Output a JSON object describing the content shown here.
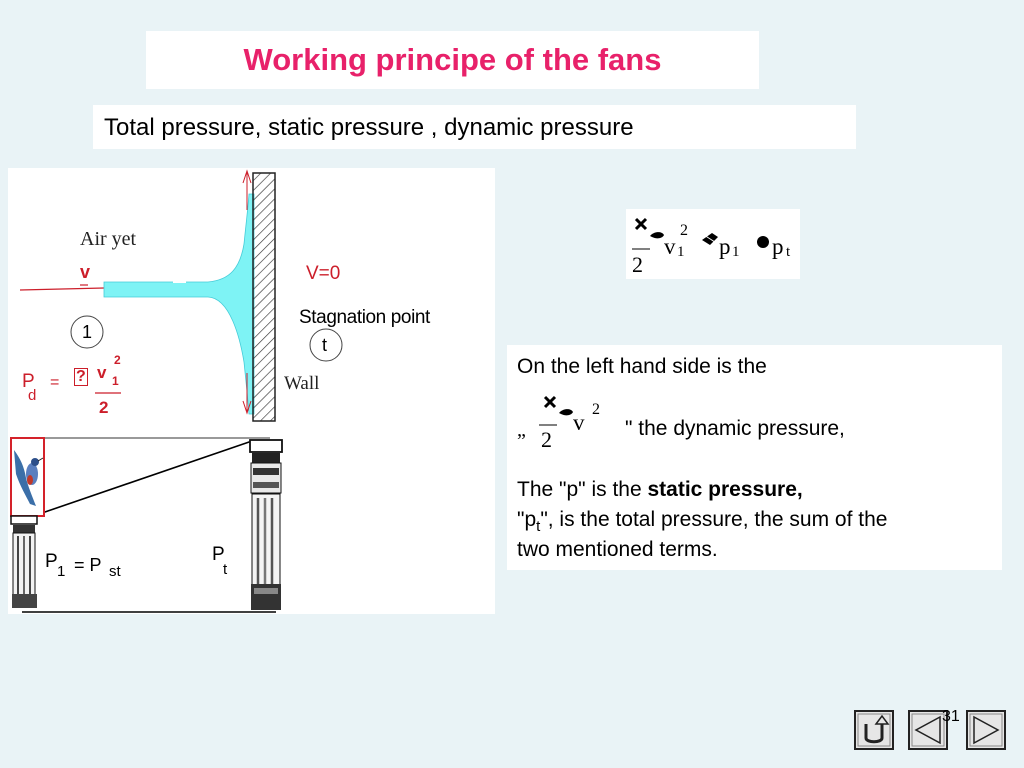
{
  "slide": {
    "title": "Working principe of  the fans",
    "subtitle": "Total pressure, static pressure , dynamic pressure",
    "page_number": "31"
  },
  "diagram": {
    "air_jet": "Air yet",
    "v": "v",
    "v0": "V=0",
    "stagnation": "Stagnation point",
    "t": "t",
    "point1": "1",
    "wall": "Wall",
    "pd_P": "P",
    "pd_d": "d",
    "eq": "=",
    "sym": "?",
    "pd_v": "v",
    "pd_sub1": "1",
    "pd_sup2": "2",
    "pd_den": "2",
    "p1_P": "P",
    "p1_sub": "1",
    "p1_eq": "= P",
    "p1_st": "st",
    "pt_P": "P",
    "pt_t": "t"
  },
  "formula": {
    "den": "2",
    "v": "v",
    "sub1": "1",
    "sup2": "2",
    "p": "p",
    "p_sub": "1",
    "pt": "p",
    "pt_sub": "t"
  },
  "explain": {
    "line1": "On the left hand side is the",
    "quote_open": "”",
    "frac_den": "2",
    "frac_v": "v",
    "frac_sup": "2",
    "dynamic": "\" the dynamic pressure,",
    "static_pre": "The \"p\"  is the ",
    "static_bold": "static pressure,",
    "total_q": "\"p",
    "total_sub": "t",
    "total_rest": "\", is the total pressure, the sum of the",
    "total_line2": "two mentioned terms."
  },
  "colors": {
    "title": "#e8216a",
    "jet": "#7ef3f5",
    "arrow": "#cc1e2a",
    "background": "#e9f3f6"
  }
}
